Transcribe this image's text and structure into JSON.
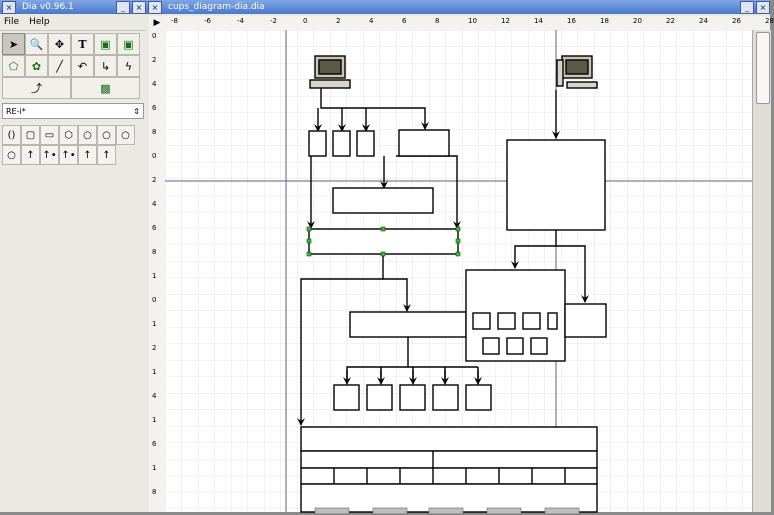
{
  "toolbox": {
    "title": "Dia v0.96.1",
    "menu": [
      "File",
      "Help"
    ],
    "tools": [
      "pointer",
      "zoom",
      "move",
      "text",
      "box-select",
      "outline-box",
      "bezier",
      "zigzag",
      "line",
      "arc",
      "polyline",
      "bezierline"
    ],
    "sheet_name": "RE-i*",
    "shapes": [
      "(",
      ")",
      "▭",
      "⬡",
      "○",
      "○",
      "○",
      "○",
      "↑",
      "↑•",
      "↑̇",
      "↑",
      "↑"
    ]
  },
  "diagram": {
    "title": "cups_diagram-dia.dia",
    "hruler_labels": [
      "-8",
      "-6",
      "-4",
      "-2",
      "0",
      "2",
      "4",
      "6",
      "8",
      "10",
      "12",
      "14",
      "16",
      "18",
      "20",
      "22",
      "24",
      "26",
      "28"
    ],
    "vruler_labels": [
      "0",
      "2",
      "4",
      "6",
      "8",
      "0",
      "2",
      "4",
      "6",
      "8",
      "1",
      "0",
      "1",
      "2",
      "1",
      "4",
      "1",
      "6",
      "1",
      "8"
    ]
  }
}
